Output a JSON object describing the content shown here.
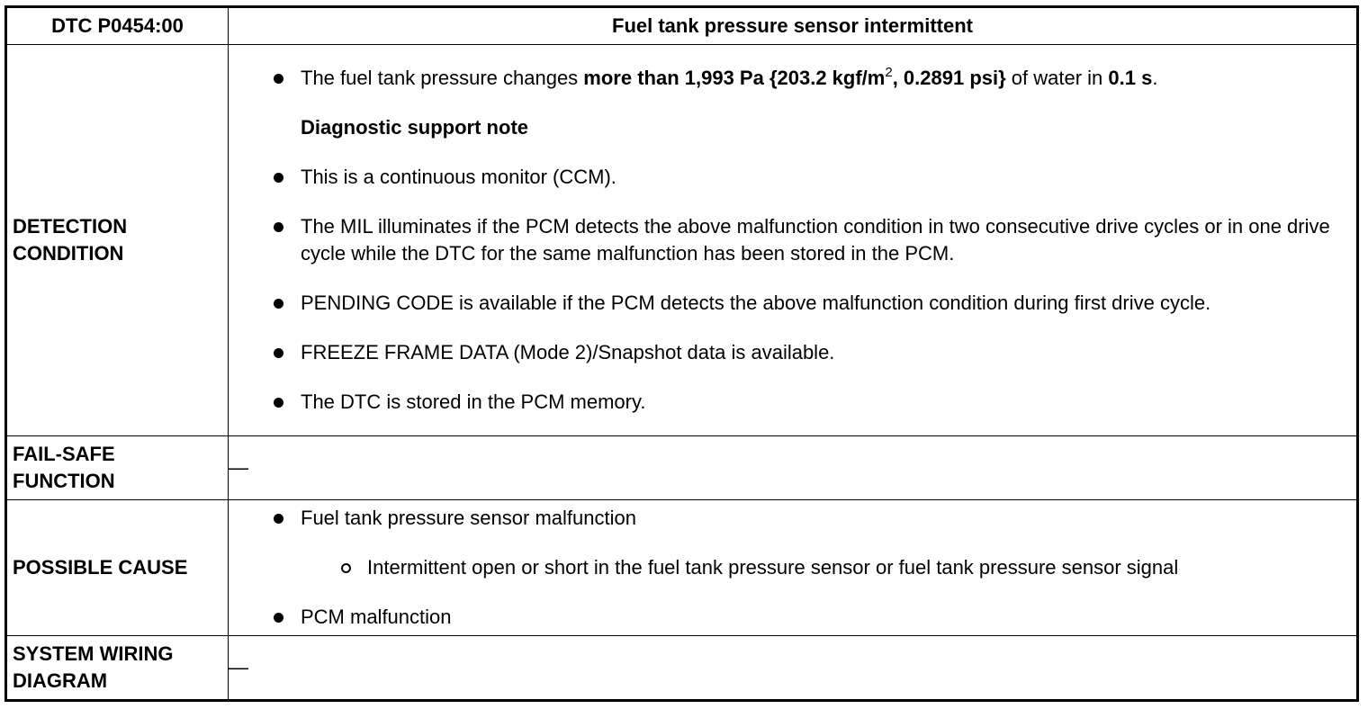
{
  "header": {
    "code": "DTC P0454:00",
    "title": "Fuel tank pressure sensor intermittent"
  },
  "detection": {
    "label_line1": "DETECTION",
    "label_line2": "CONDITION",
    "item1": {
      "pre": "The fuel tank pressure changes ",
      "bold1": "more than 1,993 Pa {203.2 kgf/m",
      "sup": "2",
      "bold2": ", 0.2891 psi}",
      "mid": " of water in ",
      "bold3": "0.1 s",
      "post": "."
    },
    "note": "Diagnostic support note",
    "items": [
      "This is a continuous monitor (CCM).",
      "The MIL illuminates if the PCM detects the above malfunction condition in two consecutive drive cycles or in one drive cycle while the DTC for the same malfunction has been stored in the PCM.",
      "PENDING CODE is available if the PCM detects the above malfunction condition during first drive cycle.",
      "FREEZE FRAME DATA (Mode 2)/Snapshot data is available.",
      "The DTC is stored in the PCM memory."
    ]
  },
  "failsafe": {
    "label_line1": "FAIL-SAFE",
    "label_line2": "FUNCTION",
    "value": "—"
  },
  "cause": {
    "label": "POSSIBLE CAUSE",
    "item1": "Fuel tank pressure sensor malfunction",
    "sub1": "Intermittent open or short in the fuel tank pressure sensor or fuel tank pressure sensor signal",
    "item2": "PCM malfunction"
  },
  "wiring": {
    "label_line1": "SYSTEM WIRING",
    "label_line2": "DIAGRAM",
    "value": "—"
  }
}
